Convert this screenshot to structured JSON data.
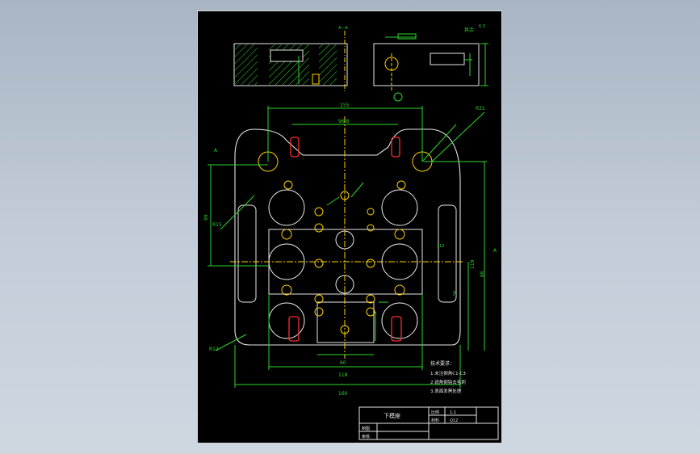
{
  "drawing": {
    "section_label": "A—A",
    "note_top_right": "其余",
    "roughness_top": "6.3",
    "section_mark": "A",
    "section_mark_bottom": "A",
    "dims": {
      "top_width": "155",
      "inner_width": "96.8",
      "left_height": "99",
      "right_height": "119",
      "right_height2": "86",
      "bottom_60": "60",
      "bottom_118": "118",
      "bottom_160": "160",
      "r15": "R15",
      "r12": "R12",
      "r31": "R31",
      "d212": "212",
      "d56": "56"
    },
    "notes": {
      "title": "技术要求：",
      "line1": "1.未注倒角C1-C3",
      "line2": "2.锐角倒钝去毛刺",
      "line3": "3.表面发黑处理"
    },
    "title_block": {
      "part_name": "下模座",
      "scale_label": "比例",
      "scale_value": "1:1",
      "material_label": "材料",
      "material_value": "Q12",
      "drawn_label": "制图",
      "checked_label": "审核"
    }
  }
}
